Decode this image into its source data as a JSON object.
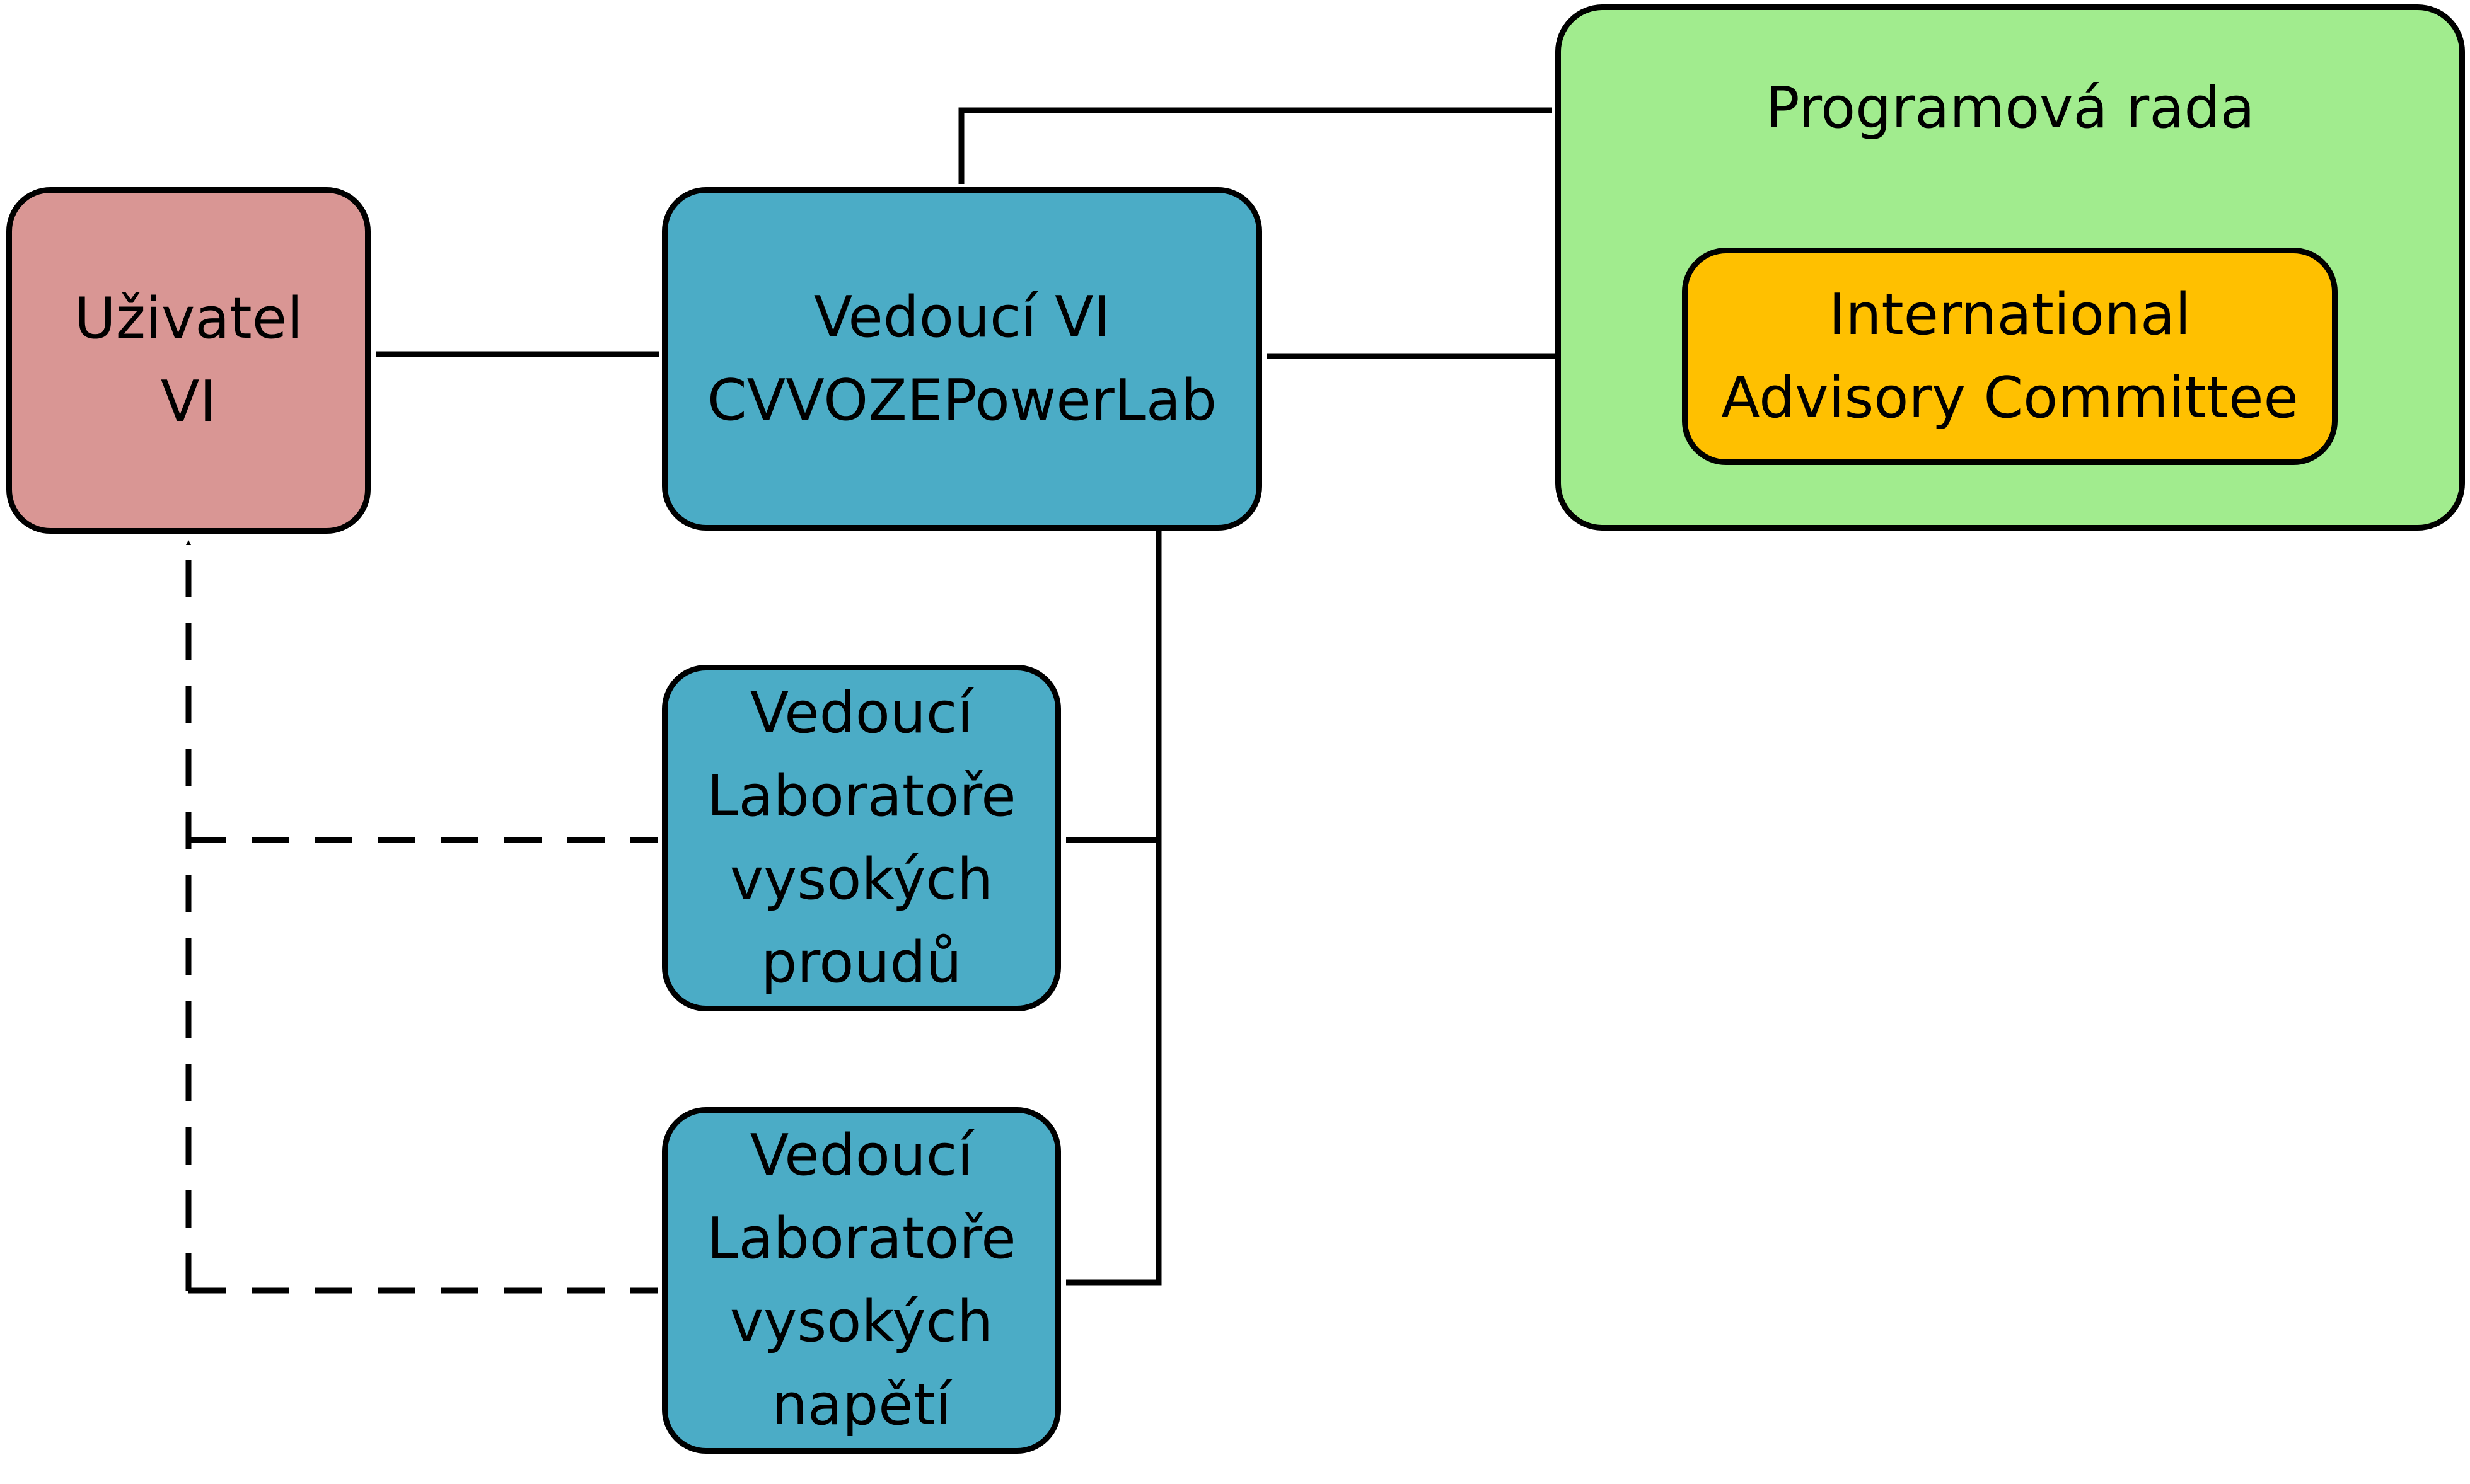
{
  "colors": {
    "user": "#D99694",
    "blue": "#4BACC6",
    "green": "#A1EC8E",
    "orange": "#FFC000",
    "line": "#000000"
  },
  "nodes": {
    "user": {
      "lines": [
        "Uživatel",
        "VI"
      ]
    },
    "head": {
      "lines": [
        "Vedoucí VI",
        "CVVOZEPowerLab"
      ]
    },
    "program_board": {
      "lines": [
        "Programová rada"
      ]
    },
    "iac": {
      "lines": [
        "International",
        "Advisory Committee"
      ]
    },
    "lab_currents": {
      "lines": [
        "Vedoucí",
        "Laboratoře",
        "vysokých",
        "proudů"
      ]
    },
    "lab_voltages": {
      "lines": [
        "Vedoucí",
        "Laboratoře",
        "vysokých",
        "napětí"
      ]
    }
  },
  "edges": [
    {
      "from": "user",
      "to": "head",
      "style": "solid",
      "direction": "both"
    },
    {
      "from": "head",
      "to": "program_board",
      "style": "solid",
      "direction": "both"
    },
    {
      "from": "head",
      "to": "iac",
      "style": "solid",
      "direction": "both"
    },
    {
      "from": "head",
      "to": "lab_currents",
      "style": "solid",
      "direction": "forward"
    },
    {
      "from": "head",
      "to": "lab_voltages",
      "style": "solid",
      "direction": "forward"
    },
    {
      "from": "lab_currents",
      "to": "user",
      "style": "dashed",
      "direction": "forward"
    },
    {
      "from": "user",
      "to": "lab_currents",
      "style": "dashed",
      "direction": "forward"
    },
    {
      "from": "user",
      "to": "lab_voltages",
      "style": "dashed",
      "direction": "forward"
    }
  ]
}
